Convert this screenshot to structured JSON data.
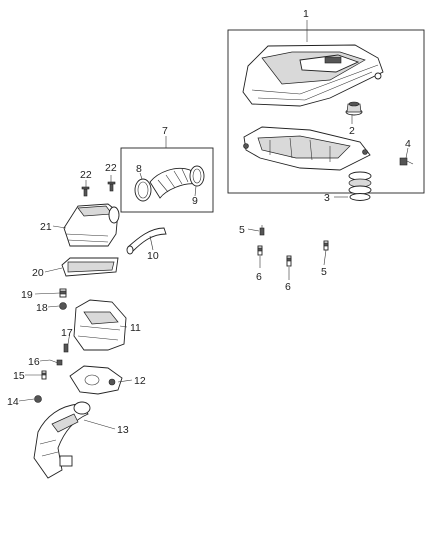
{
  "callouts": {
    "c1": "1",
    "c2": "2",
    "c3": "3",
    "c4": "4",
    "c5a": "5",
    "c5b": "5",
    "c6a": "6",
    "c6b": "6",
    "c7": "7",
    "c8": "8",
    "c9": "9",
    "c10": "10",
    "c11": "11",
    "c12": "12",
    "c13": "13",
    "c14": "14",
    "c15": "15",
    "c16": "16",
    "c17": "17",
    "c18": "18",
    "c19": "19",
    "c20": "20",
    "c21": "21",
    "c22a": "22",
    "c22b": "22"
  }
}
